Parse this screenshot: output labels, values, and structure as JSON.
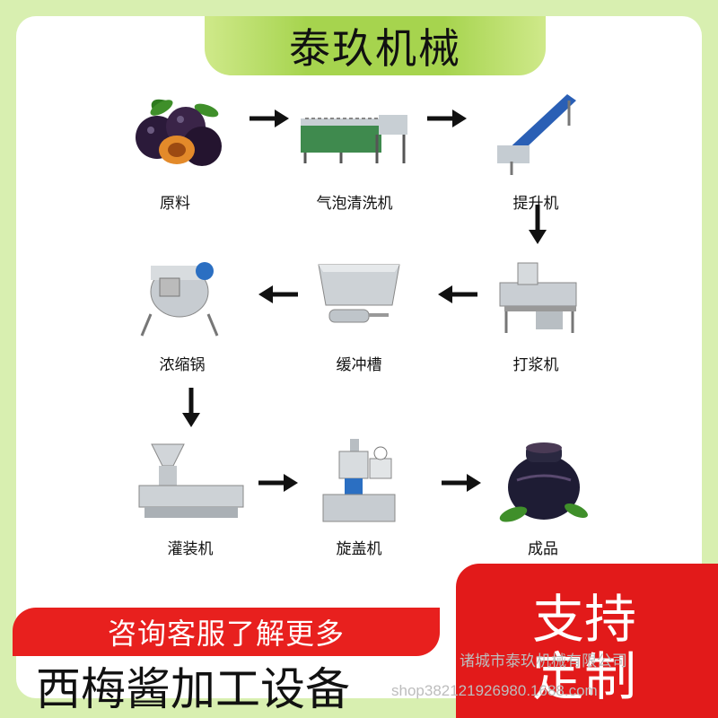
{
  "brand": {
    "title": "泰玖机械"
  },
  "steps": [
    {
      "label": "原料",
      "icon": "plum-fruit-icon"
    },
    {
      "label": "气泡清洗机",
      "icon": "bubble-washer-icon"
    },
    {
      "label": "提升机",
      "icon": "elevator-conveyor-icon"
    },
    {
      "label": "打浆机",
      "icon": "pulper-machine-icon"
    },
    {
      "label": "缓冲槽",
      "icon": "buffer-tank-icon"
    },
    {
      "label": "浓缩锅",
      "icon": "concentration-kettle-icon"
    },
    {
      "label": "灌装机",
      "icon": "filling-machine-icon"
    },
    {
      "label": "旋盖机",
      "icon": "capping-machine-icon"
    },
    {
      "label": "成品",
      "icon": "jam-jar-icon"
    }
  ],
  "footer": {
    "consult": "咨询客服了解更多",
    "product": "西梅酱加工设备",
    "custom_line1": "支持",
    "custom_line2": "定制",
    "watermark_company": "诸城市泰玖机械有限公司",
    "watermark_url": "shop382121926980.1688.com"
  },
  "colors": {
    "accent_green": "#a6d44e",
    "accent_red": "#e21a1a"
  }
}
